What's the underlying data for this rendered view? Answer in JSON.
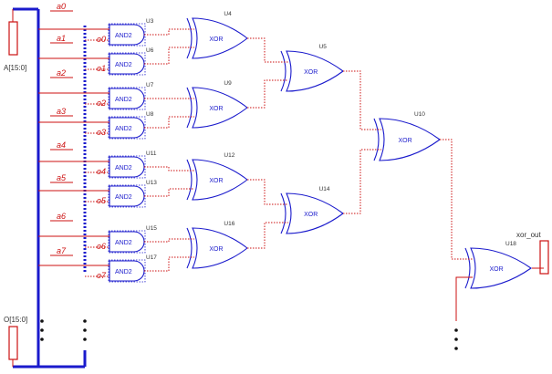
{
  "ports": {
    "a_bus": "A[15:0]",
    "b_bus": "O[15:0]",
    "out": "xor_out"
  },
  "a_signals": [
    "a0",
    "a1",
    "a2",
    "a3",
    "a4",
    "a5",
    "a6",
    "a7"
  ],
  "o_signals": [
    "o0",
    "o1",
    "o2",
    "o3",
    "o4",
    "o5",
    "o6",
    "o7"
  ],
  "and_gates": [
    {
      "inst": "U3",
      "type": "AND2"
    },
    {
      "inst": "U6",
      "type": "AND2"
    },
    {
      "inst": "U7",
      "type": "AND2"
    },
    {
      "inst": "U8",
      "type": "AND2"
    },
    {
      "inst": "U11",
      "type": "AND2"
    },
    {
      "inst": "U13",
      "type": "AND2"
    },
    {
      "inst": "U15",
      "type": "AND2"
    },
    {
      "inst": "U17",
      "type": "AND2"
    }
  ],
  "xor_gates": [
    {
      "inst": "U4",
      "type": "XOR"
    },
    {
      "inst": "U9",
      "type": "XOR"
    },
    {
      "inst": "U12",
      "type": "XOR"
    },
    {
      "inst": "U16",
      "type": "XOR"
    },
    {
      "inst": "U5",
      "type": "XOR"
    },
    {
      "inst": "U14",
      "type": "XOR"
    },
    {
      "inst": "U10",
      "type": "XOR"
    },
    {
      "inst": "U18",
      "type": "XOR"
    }
  ]
}
